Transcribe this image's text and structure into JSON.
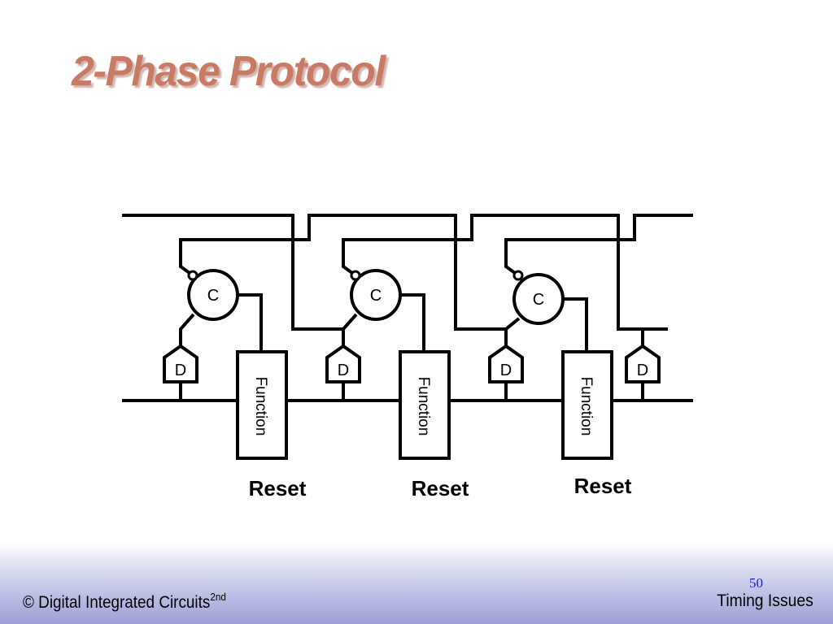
{
  "slide": {
    "title": "2-Phase Protocol"
  },
  "diagram": {
    "stages": [
      {
        "celement_label": "C",
        "register_label": "D",
        "function_label": "Function",
        "reset_label": "Reset"
      },
      {
        "celement_label": "C",
        "register_label": "D",
        "function_label": "Function",
        "reset_label": "Reset"
      },
      {
        "celement_label": "C",
        "register_label": "D",
        "function_label": "Function",
        "reset_label": "Reset"
      }
    ],
    "final_register_label": "D",
    "colors": {
      "stroke": "#000000"
    }
  },
  "footer": {
    "copyright": "© Digital Integrated Circuits",
    "edition_sup": "2nd",
    "section": "Timing Issues",
    "page_number": "50"
  }
}
